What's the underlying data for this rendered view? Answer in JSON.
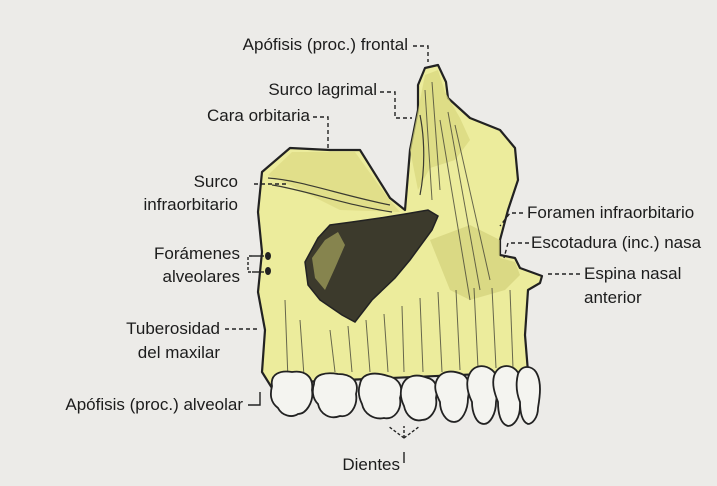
{
  "labels": {
    "apofisis_frontal": "Apófisis (proc.) frontal",
    "surco_lagrimal": "Surco lagrimal",
    "cara_orbitaria": "Cara orbitaria",
    "surco_infraorbitario": [
      "Surco",
      "infraorbitario"
    ],
    "foramen_infraorbitario": "Foramen infraorbitario",
    "escotadura_nasal": "Escotadura (inc.) nasa",
    "espina_nasal": [
      "Espina nasal",
      "anterior"
    ],
    "foramenes_alveolares": [
      "Forámenes",
      "alveolares"
    ],
    "tuberosidad": [
      "Tuberosidad",
      "del maxilar"
    ],
    "apofisis_alveolar": "Apófisis (proc.) alveolar",
    "dientes": "Dientes"
  },
  "colors": {
    "bone": "#ecec9c",
    "bone_shadow": "#d7d57c",
    "ink": "#222222",
    "tooth": "#f4f4f0",
    "background": "#ecebe8"
  }
}
